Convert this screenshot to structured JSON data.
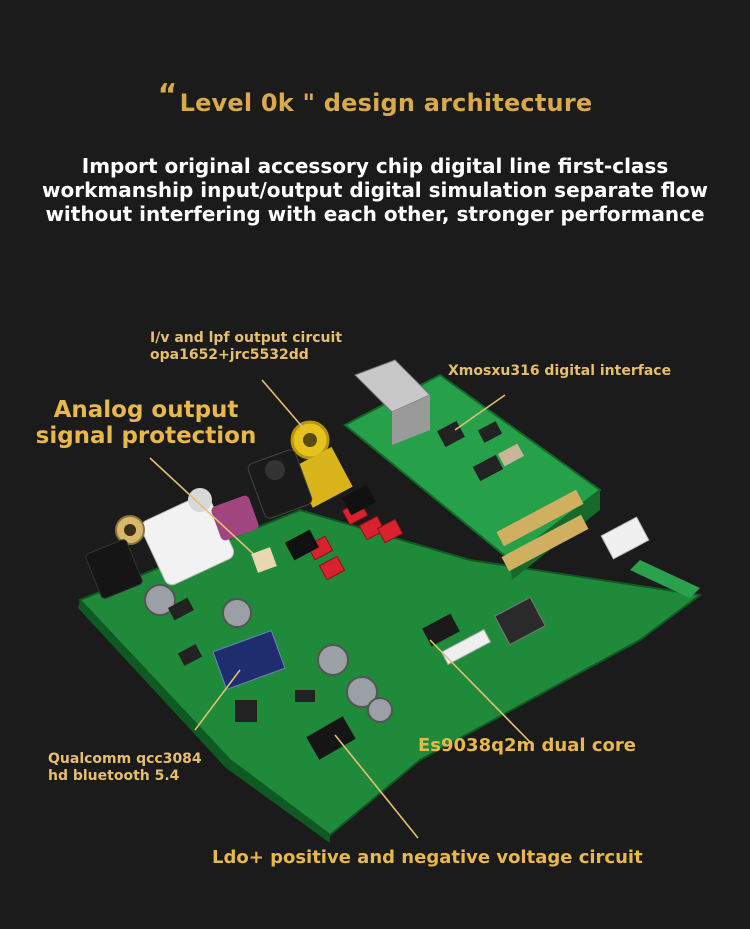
{
  "title": {
    "quote": "“",
    "text": "Level 0k \" design architecture"
  },
  "subtitle": [
    "Import original accessory chip digital line first-class",
    "workmanship input/output digital simulation separate flow",
    "without interfering with each other, stronger performance"
  ],
  "labels": {
    "iv": [
      "I/v and lpf output circuit",
      "opa1652+jrc5532dd"
    ],
    "xmos": "Xmosxu316 digital interface",
    "analog": [
      "Analog output",
      "signal protection"
    ],
    "qualcomm": [
      "Qualcomm qcc3084",
      "hd bluetooth 5.4"
    ],
    "es": "Es9038q2m dual core",
    "ldo": "Ldo+ positive and negative voltage circuit"
  },
  "colors": {
    "background": "#1b1b1b",
    "accent": "#d9a94a",
    "pcb": "#1f8a3c"
  }
}
